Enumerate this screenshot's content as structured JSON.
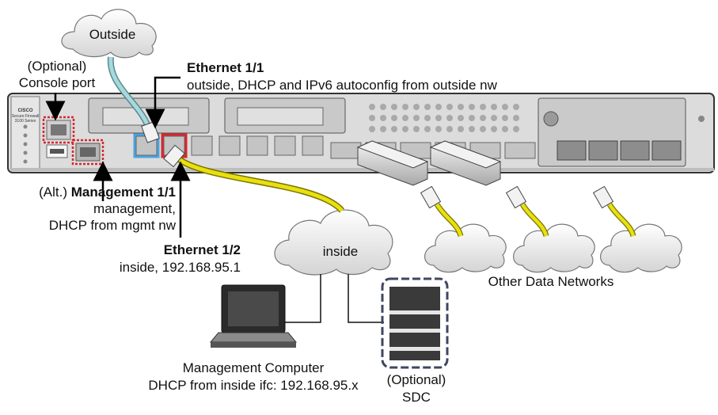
{
  "clouds": {
    "outside": "Outside",
    "inside": "inside"
  },
  "console": {
    "line1": "(Optional)",
    "line2": "Console port"
  },
  "eth11": {
    "title": "Ethernet 1/1",
    "desc": "outside, DHCP and IPv6 autoconfig from outside nw"
  },
  "mgmt": {
    "prefix": "(Alt.)",
    "title": "Management 1/1",
    "line2": "management,",
    "line3": "DHCP from mgmt nw"
  },
  "eth12": {
    "title": "Ethernet 1/2",
    "desc": "inside, 192.168.95.1"
  },
  "other_networks": "Other Data Networks",
  "computer": {
    "line1": "Management Computer",
    "line2": "DHCP from inside ifc: 192.168.95.x"
  },
  "sdc": {
    "line1": "(Optional)",
    "line2": "SDC"
  },
  "chassis": {
    "brand": "CISCO",
    "model_line1": "Secure Firewall",
    "model_line2": "3100 Series"
  },
  "colors": {
    "outside_cable": "#a6d8dc",
    "inside_cable": "#e8e010",
    "eth11_highlight": "#4aa3df",
    "eth12_highlight": "#d9262e",
    "mgmt_highlight": "#d9262e"
  }
}
